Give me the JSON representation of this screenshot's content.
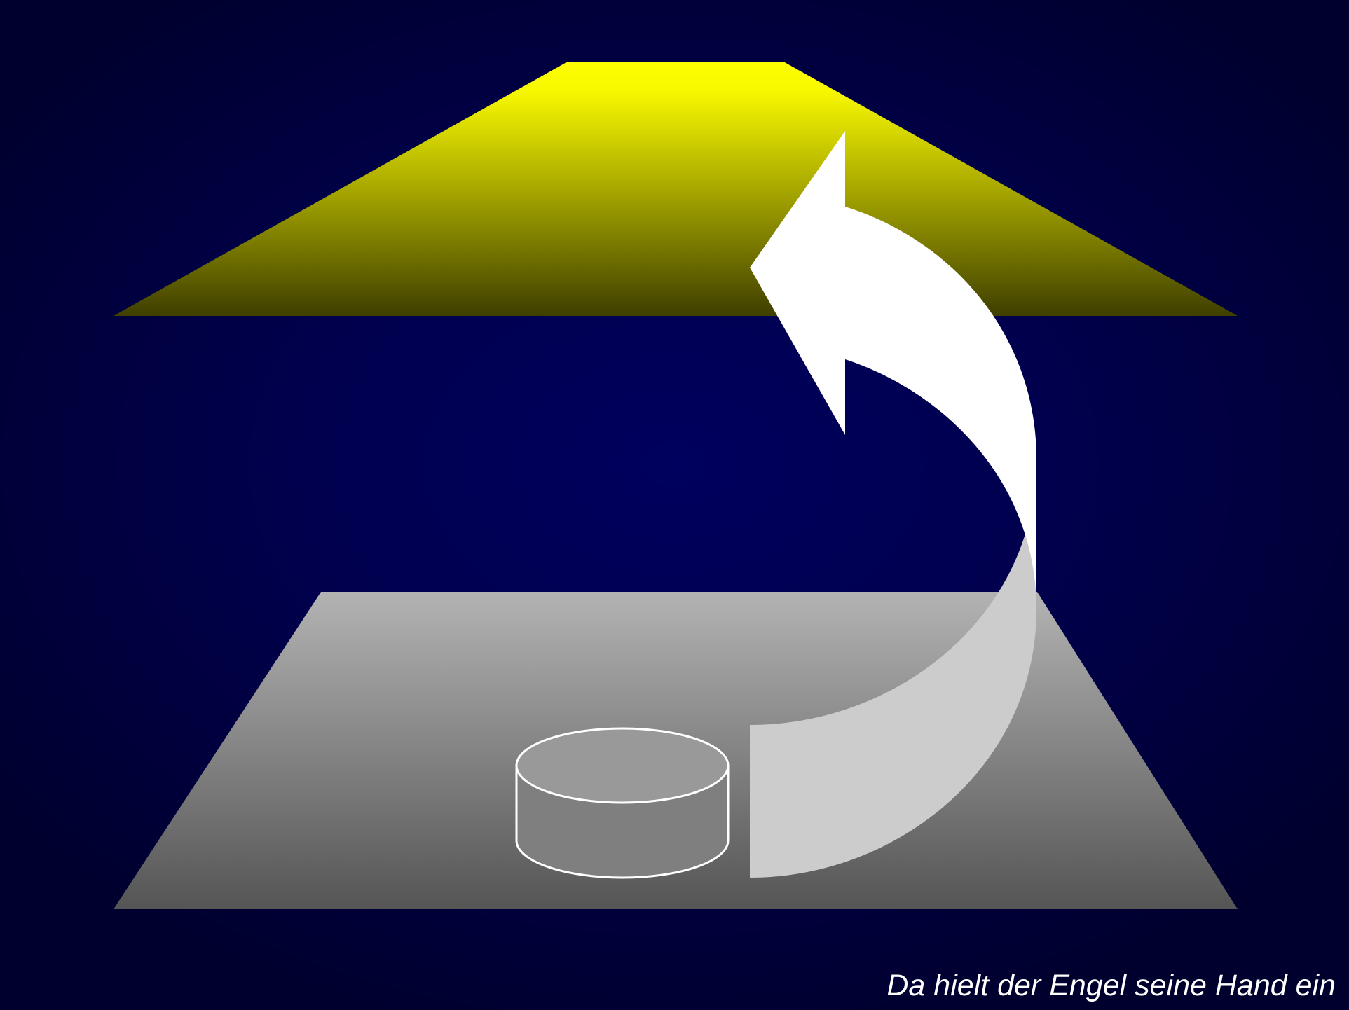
{
  "caption": "Da hielt der Engel seine Hand ein",
  "colors": {
    "background": "#00005e",
    "heaven_top": "#ffff00",
    "heaven_bottom": "#3f3f00",
    "earth_top": "#b3b3b3",
    "earth_bottom": "#555555",
    "arrow_head": "#ffffff",
    "arrow_tail": "#cccccc",
    "bowl_fill": "#999999",
    "bowl_outline": "#ffffff"
  },
  "icons": {
    "heaven": "yellow-trapezoid",
    "earth": "gray-trapezoid",
    "bowl": "cylinder-bowl-icon",
    "arrow": "curved-up-arrow-icon"
  }
}
